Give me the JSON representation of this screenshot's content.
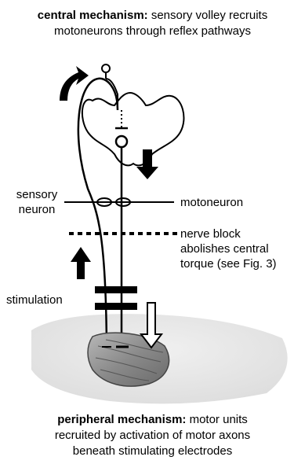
{
  "top_caption": {
    "bold": "central mechanism:",
    "rest_line1": " sensory volley recruits",
    "line2": "motoneurons through reflex pathways"
  },
  "labels": {
    "sensory_line1": "sensory",
    "sensory_line2": "neuron",
    "motoneuron": "motoneuron",
    "block_line1": "nerve block",
    "block_line2": "abolishes central",
    "block_line3": "torque (see Fig. 3)",
    "stimulation": "stimulation"
  },
  "bottom_caption": {
    "bold": "peripheral mechanism:",
    "rest_line1": " motor units",
    "line2": "recruited by activation of motor axons",
    "line3": "beneath stimulating electrodes"
  }
}
